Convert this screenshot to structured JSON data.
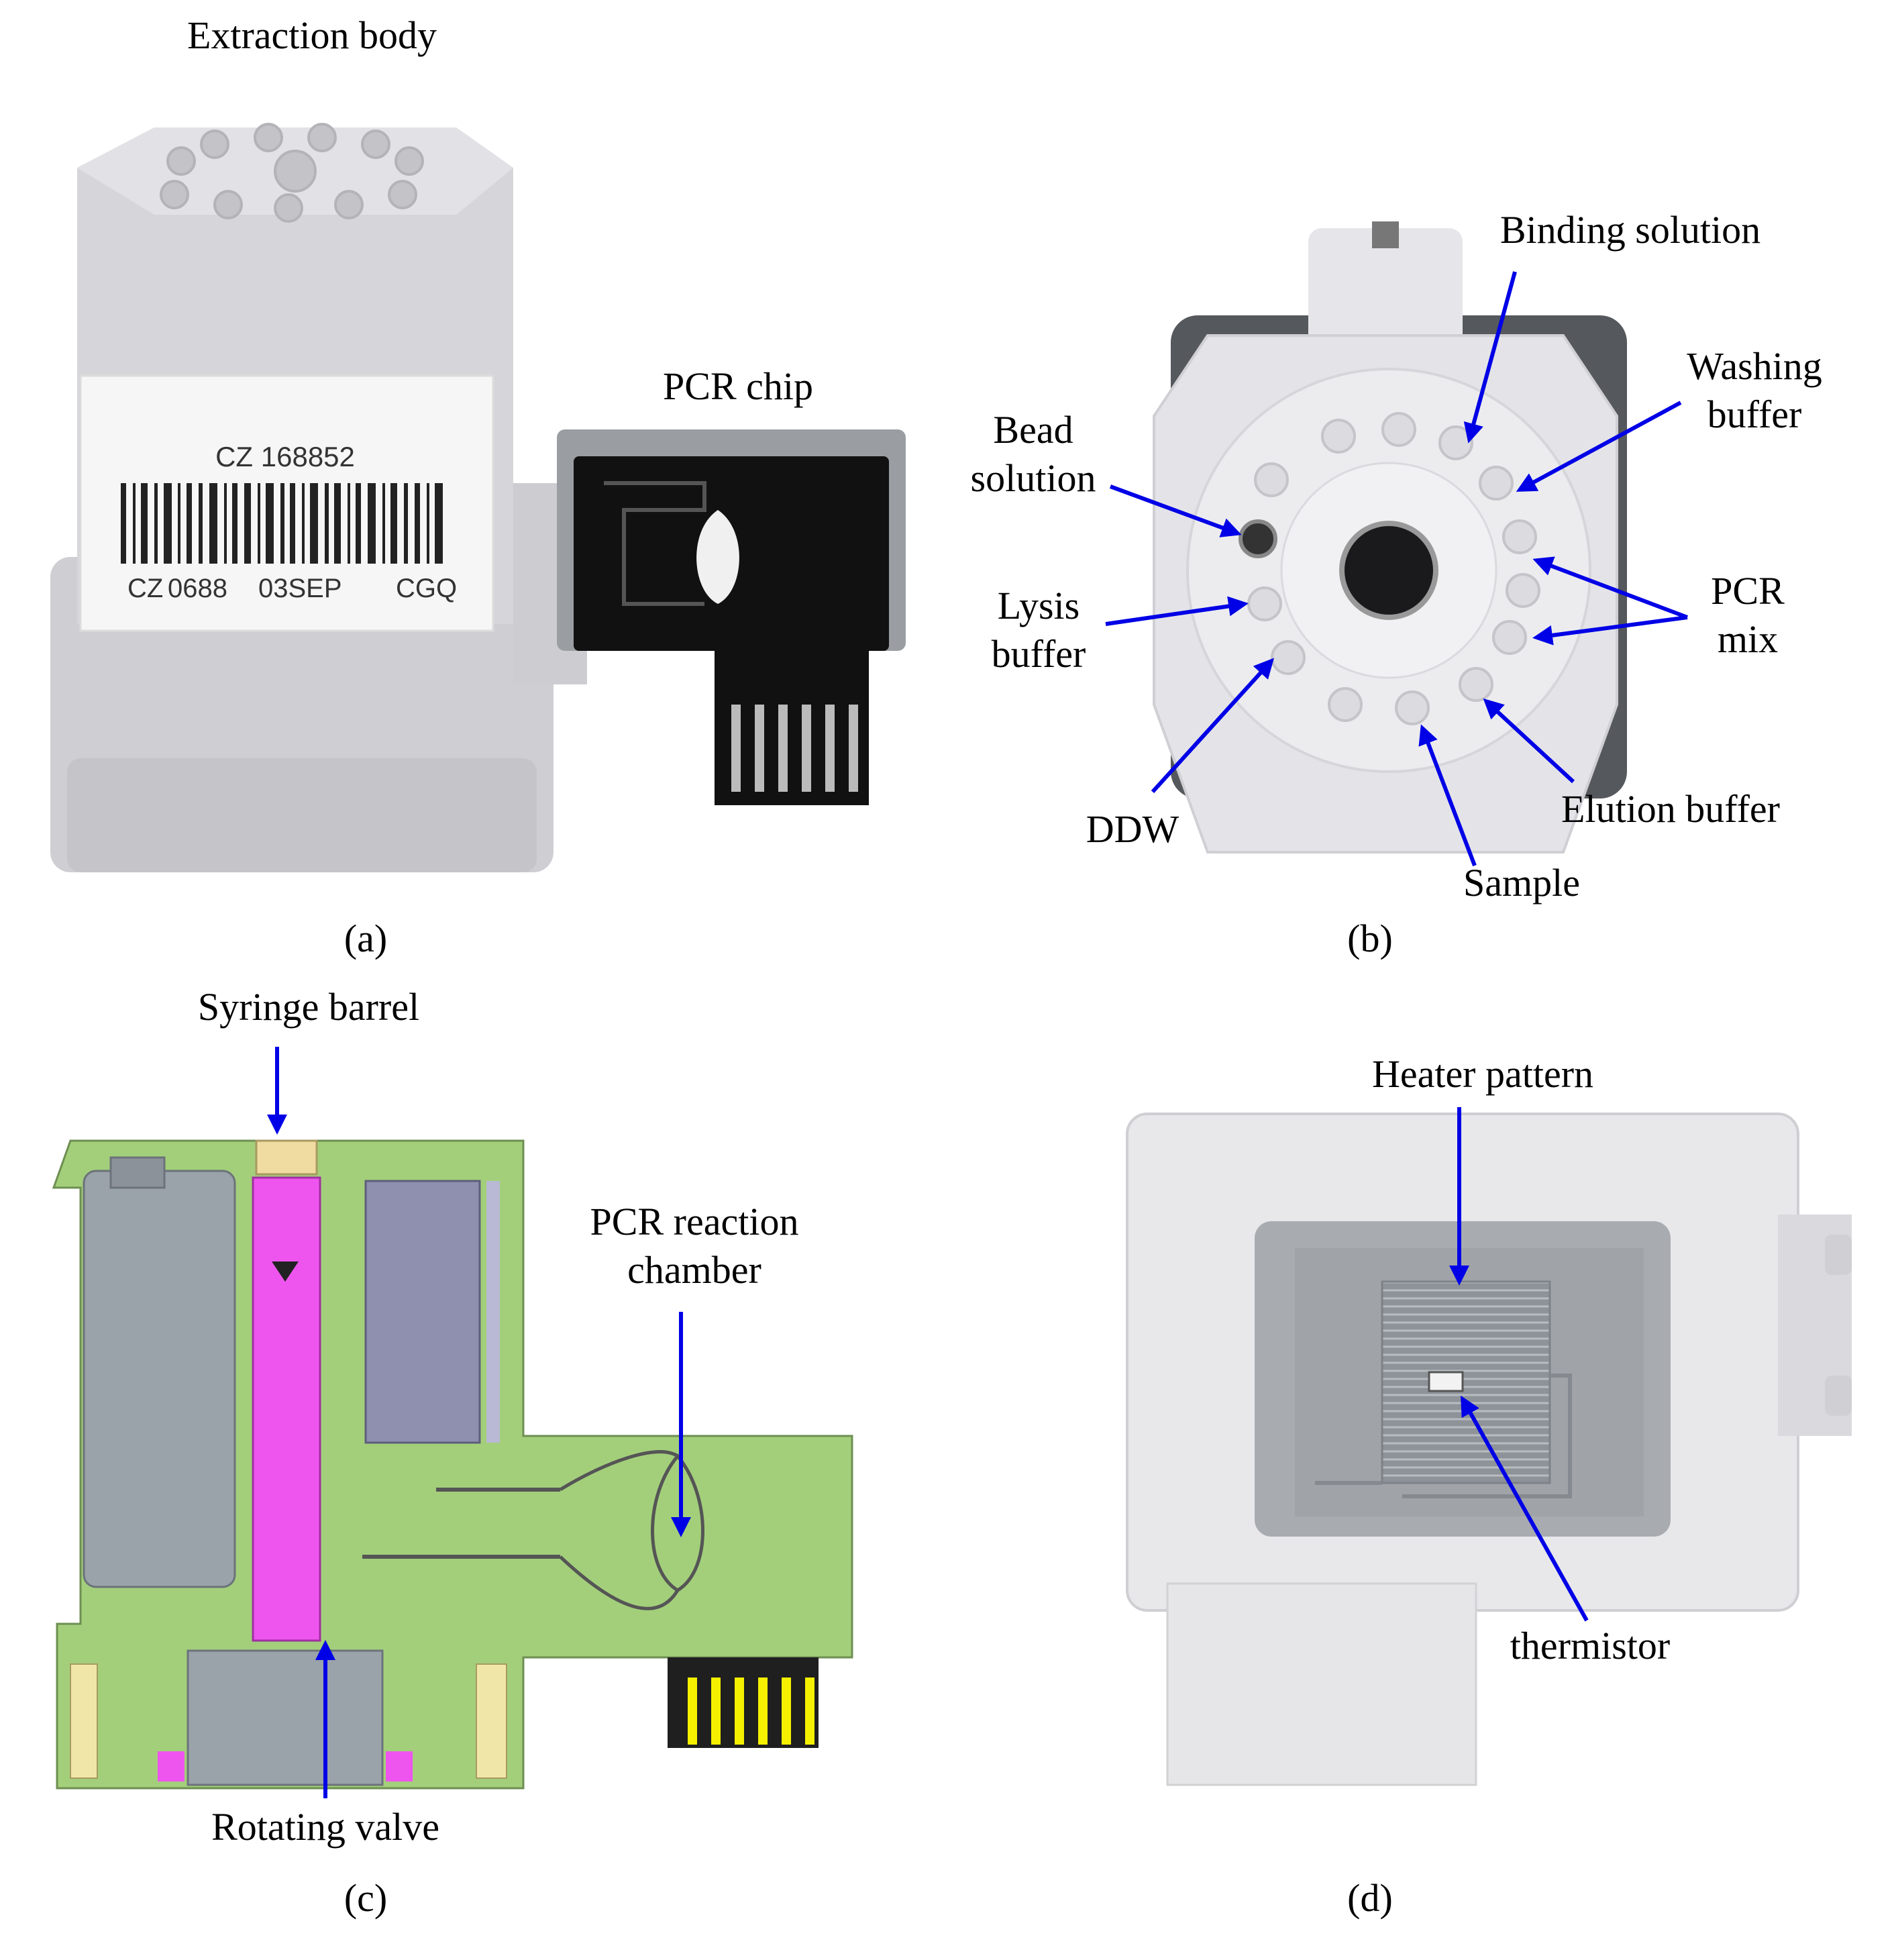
{
  "panel_a": {
    "caption": "(a)",
    "labels": {
      "extraction_body": "Extraction body",
      "pcr_chip": "PCR chip"
    },
    "barcode_label": {
      "code": "CZ 168852",
      "line1": "CZ",
      "line2": "0688",
      "line3": "03SEP",
      "line4": "CGQ"
    }
  },
  "panel_b": {
    "caption": "(b)",
    "labels": {
      "binding_solution": "Binding solution",
      "washing_buffer_1": "Washing",
      "washing_buffer_2": "buffer",
      "bead_solution_1": "Bead",
      "bead_solution_2": "solution",
      "lysis_buffer_1": "Lysis",
      "lysis_buffer_2": "buffer",
      "pcr_mix_1": "PCR",
      "pcr_mix_2": "mix",
      "ddw": "DDW",
      "elution_buffer": "Elution buffer",
      "sample": "Sample"
    }
  },
  "panel_c": {
    "caption": "(c)",
    "labels": {
      "syringe_barrel": "Syringe barrel",
      "pcr_reaction_chamber_1": "PCR reaction",
      "pcr_reaction_chamber_2": "chamber",
      "rotating_valve": "Rotating valve"
    }
  },
  "panel_d": {
    "caption": "(d)",
    "labels": {
      "heater_pattern": "Heater pattern",
      "thermistor": "thermistor"
    }
  },
  "colors": {
    "arrow": "#0000e6",
    "cad_green": "#a3cf7b",
    "cad_pink": "#ee55ee",
    "cad_gray": "#9aa2aa"
  }
}
